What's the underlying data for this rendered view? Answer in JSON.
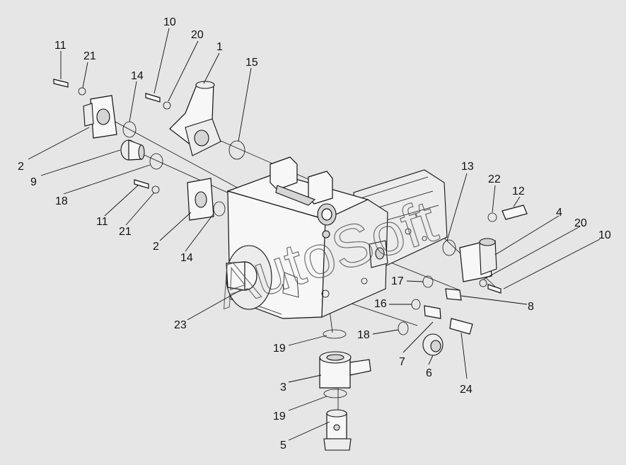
{
  "watermark": "AutoSoft",
  "callouts": [
    {
      "id": "c-11a",
      "text": "11"
    },
    {
      "id": "c-21a",
      "text": "21"
    },
    {
      "id": "c-10a",
      "text": "10"
    },
    {
      "id": "c-20a",
      "text": "20"
    },
    {
      "id": "c-1",
      "text": "1"
    },
    {
      "id": "c-15",
      "text": "15"
    },
    {
      "id": "c-14a",
      "text": "14"
    },
    {
      "id": "c-2a",
      "text": "2"
    },
    {
      "id": "c-9",
      "text": "9"
    },
    {
      "id": "c-18a",
      "text": "18"
    },
    {
      "id": "c-11b",
      "text": "11"
    },
    {
      "id": "c-21b",
      "text": "21"
    },
    {
      "id": "c-2b",
      "text": "2"
    },
    {
      "id": "c-14b",
      "text": "14"
    },
    {
      "id": "c-13",
      "text": "13"
    },
    {
      "id": "c-22",
      "text": "22"
    },
    {
      "id": "c-12",
      "text": "12"
    },
    {
      "id": "c-4",
      "text": "4"
    },
    {
      "id": "c-20b",
      "text": "20"
    },
    {
      "id": "c-10b",
      "text": "10"
    },
    {
      "id": "c-17",
      "text": "17"
    },
    {
      "id": "c-8",
      "text": "8"
    },
    {
      "id": "c-16",
      "text": "16"
    },
    {
      "id": "c-18b",
      "text": "18"
    },
    {
      "id": "c-7",
      "text": "7"
    },
    {
      "id": "c-6",
      "text": "6"
    },
    {
      "id": "c-24",
      "text": "24"
    },
    {
      "id": "c-23",
      "text": "23"
    },
    {
      "id": "c-19a",
      "text": "19"
    },
    {
      "id": "c-3",
      "text": "3"
    },
    {
      "id": "c-19b",
      "text": "19"
    },
    {
      "id": "c-5",
      "text": "5"
    }
  ]
}
